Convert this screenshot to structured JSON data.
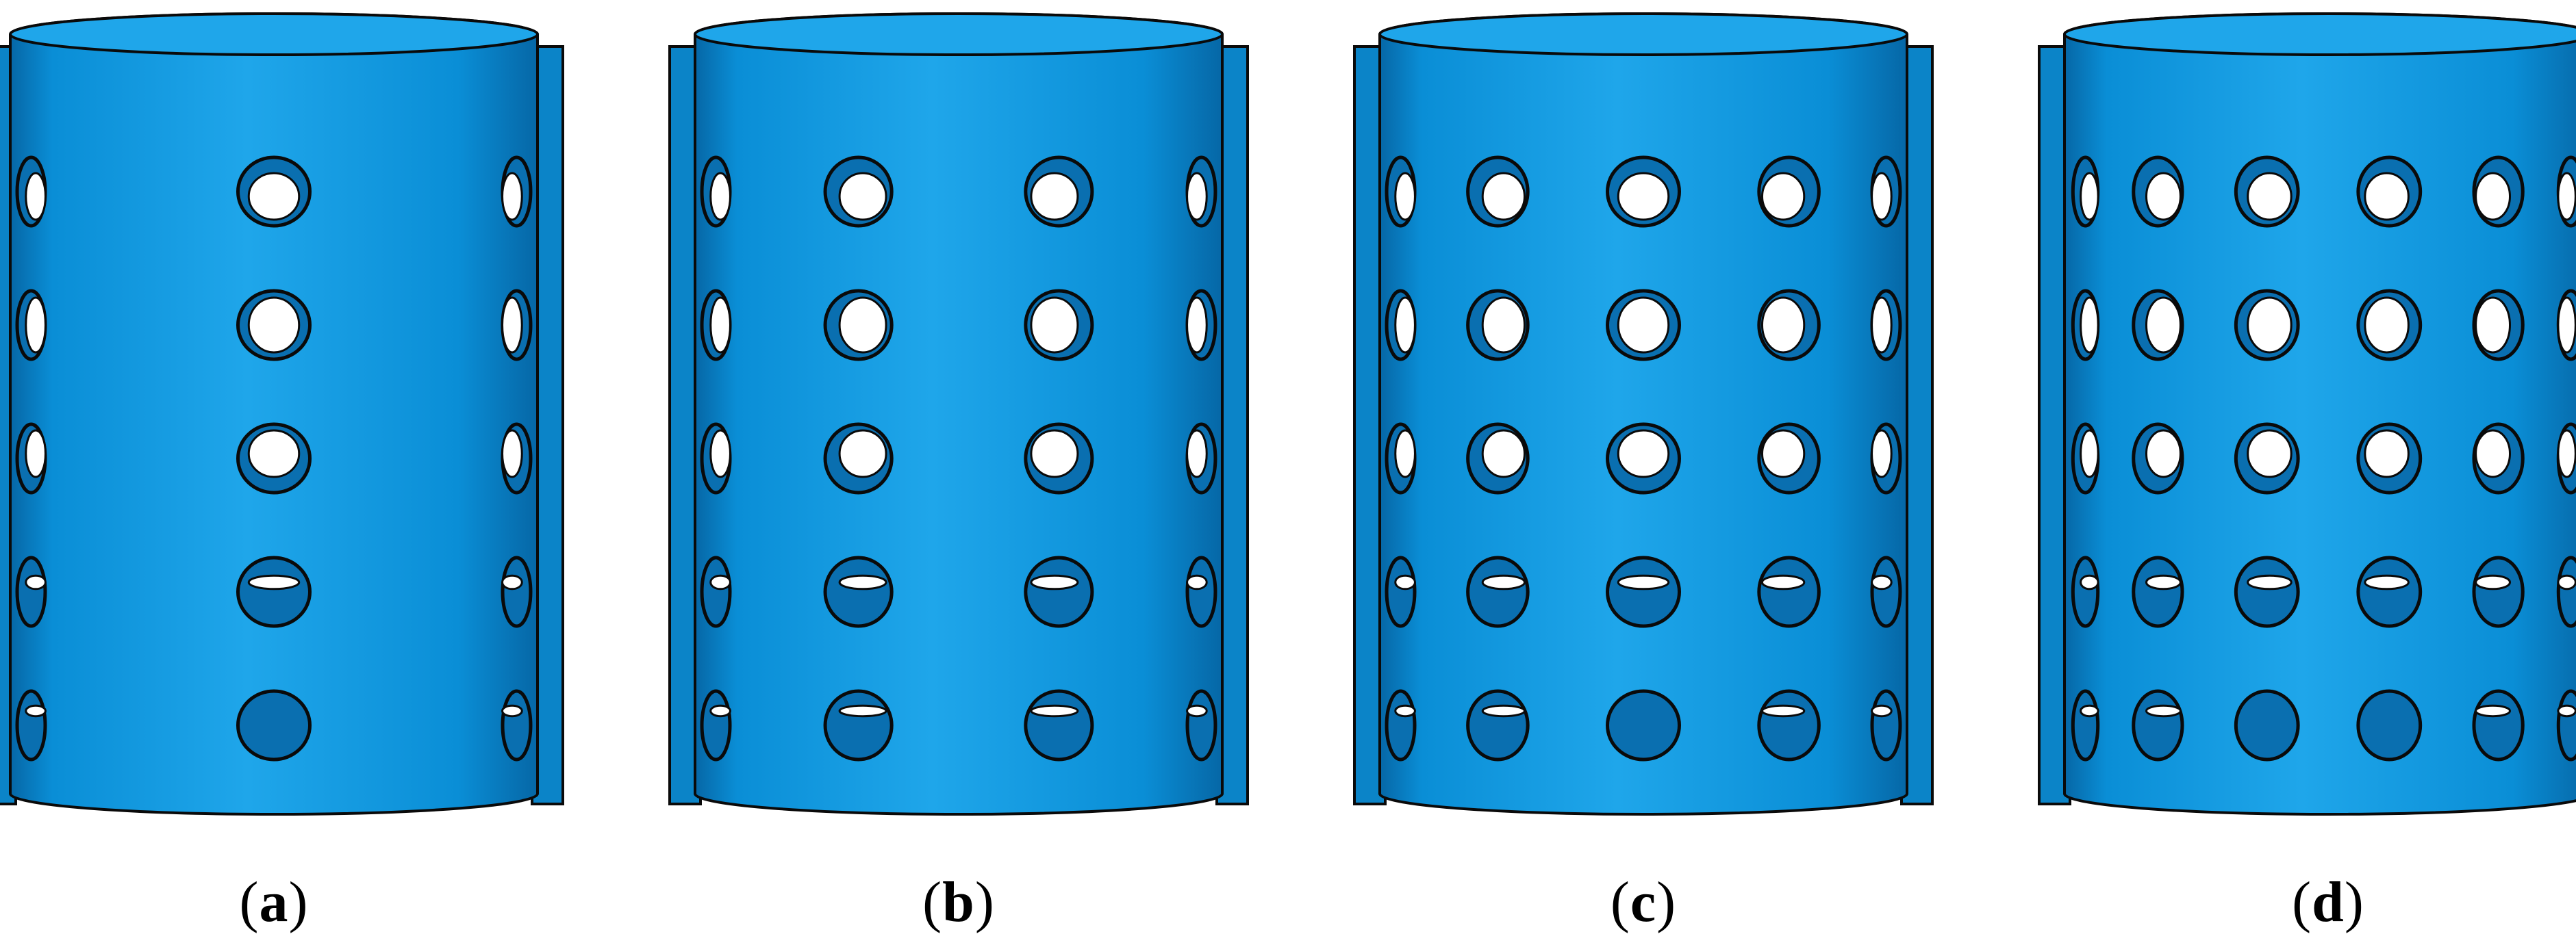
{
  "colors": {
    "body": "#0a8ed6",
    "body_light": "#1fa6ea",
    "body_dark": "#0667a6",
    "flange": "#0b84c8",
    "hole_inner": "#0a6fb0",
    "hole_back": "#ffffff",
    "outline": "#0a0a0a"
  },
  "panels": [
    {
      "id": "a",
      "open": "(",
      "letter": "a",
      "close": ")",
      "hole_columns": 3,
      "hole_rows": 5
    },
    {
      "id": "b",
      "open": "(",
      "letter": "b",
      "close": ")",
      "hole_columns": 4,
      "hole_rows": 5
    },
    {
      "id": "c",
      "open": "(",
      "letter": "c",
      "close": ")",
      "hole_columns": 5,
      "hole_rows": 5
    },
    {
      "id": "d",
      "open": "(",
      "letter": "d",
      "close": ")",
      "hole_columns": 6,
      "hole_rows": 5
    }
  ]
}
